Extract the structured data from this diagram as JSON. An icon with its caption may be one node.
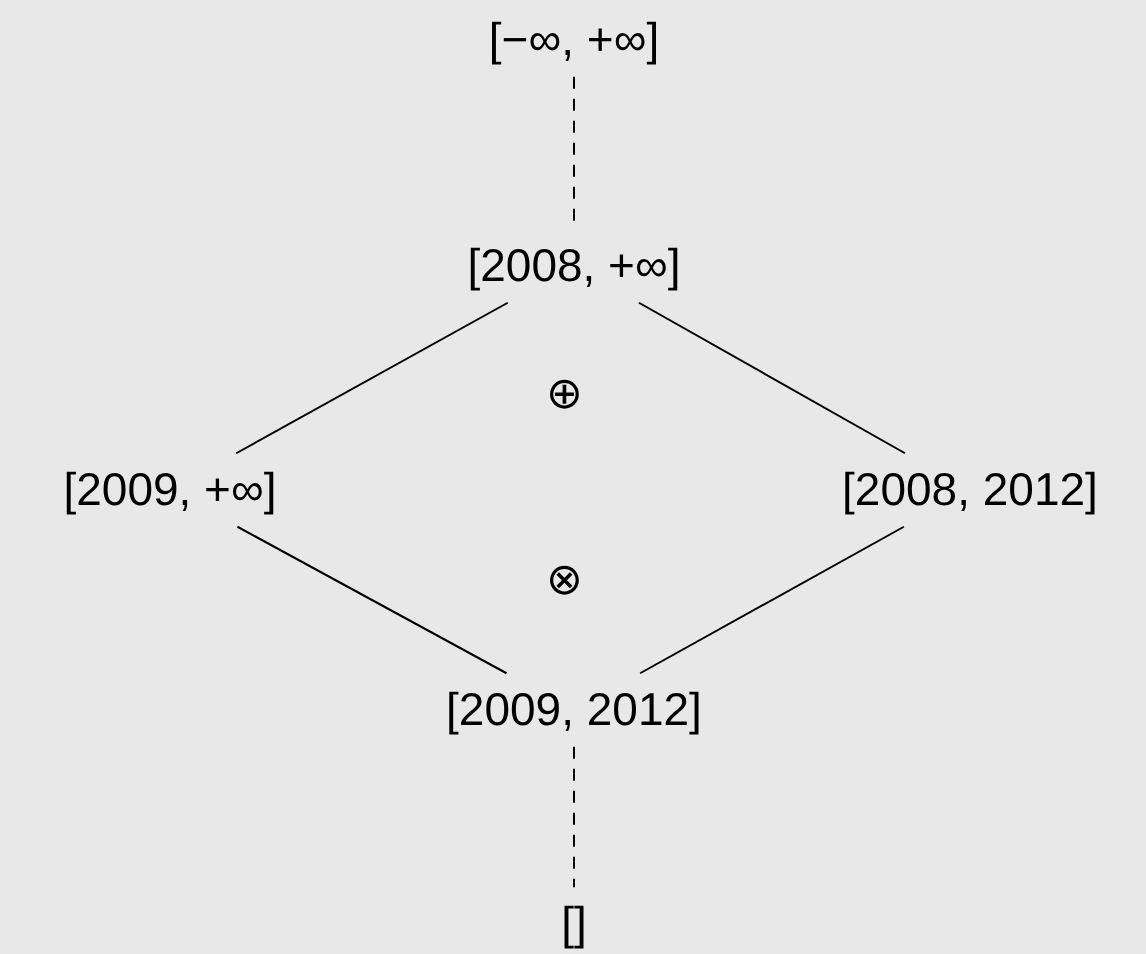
{
  "diagram": {
    "nodes": [
      {
        "text": [
          "[−∞, +∞]"
        ]
      },
      {
        "text": [
          "[2008, +∞]"
        ]
      },
      {
        "text": [
          "[2009, +∞]"
        ]
      },
      {
        "text": [
          "[2008, 2012]"
        ]
      },
      {
        "text": [
          "[2009, 2012]"
        ]
      },
      {
        "text": [
          "[]"
        ]
      }
    ],
    "edges": [
      {
        "from": 0,
        "to": 1,
        "arrow": "none",
        "style": "dashed"
      },
      {
        "from": 1,
        "to": 2,
        "arrow": "none"
      },
      {
        "from": 1,
        "to": 3,
        "arrow": "none"
      },
      {
        "from": 2,
        "to": 4,
        "arrow": "none"
      },
      {
        "from": 3,
        "to": 4,
        "arrow": "none"
      },
      {
        "from": 4,
        "to": 5,
        "arrow": "none",
        "style": "dashed"
      }
    ],
    "labels": [
      "⊕",
      "⊗"
    ]
  }
}
